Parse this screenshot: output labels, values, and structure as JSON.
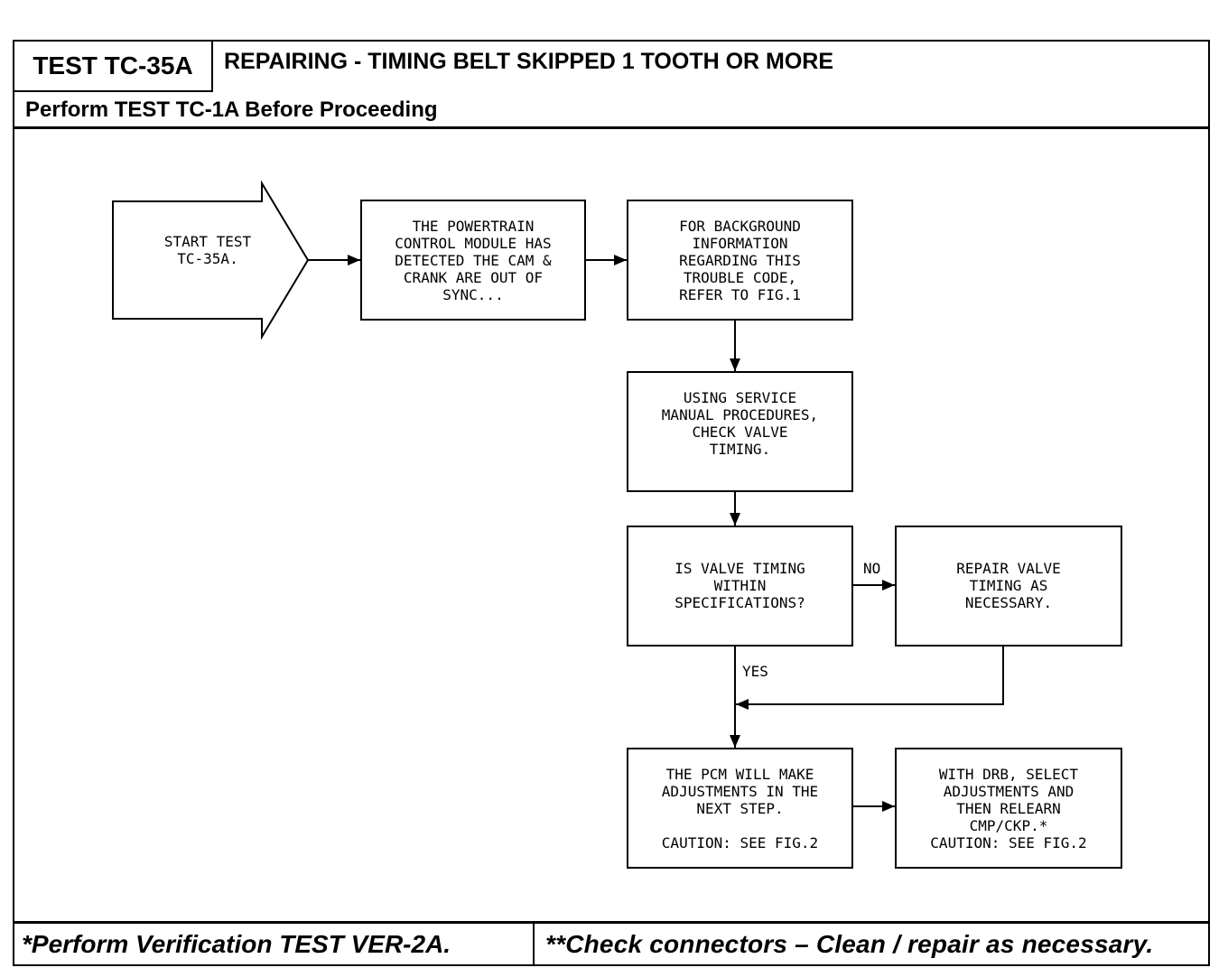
{
  "header": {
    "test_id": "TEST TC-35A",
    "title": "REPAIRING - TIMING BELT SKIPPED 1 TOOTH OR MORE",
    "subtitle": "Perform TEST TC-1A Before Proceeding"
  },
  "flow": {
    "start": "START TEST\nTC-35A.",
    "pcm_detected": "THE POWERTRAIN\nCONTROL MODULE HAS\nDETECTED THE CAM &\nCRANK ARE OUT OF\nSYNC...",
    "background": "FOR BACKGROUND\nINFORMATION\nREGARDING THIS\nTROUBLE CODE,\nREFER TO FIG.1",
    "check_timing": "USING SERVICE\nMANUAL PROCEDURES,\nCHECK VALVE\nTIMING.",
    "question": "IS VALVE TIMING\nWITHIN\nSPECIFICATIONS?",
    "repair": "REPAIR VALVE\nTIMING AS\nNECESSARY.",
    "pcm_adjust": "THE PCM WILL MAKE\nADJUSTMENTS IN THE\nNEXT STEP.\n\nCAUTION: SEE FIG.2",
    "drb_relearn": "WITH DRB, SELECT\nADJUSTMENTS AND\nTHEN RELEARN\nCMP/CKP.*\nCAUTION: SEE FIG.2",
    "no_label": "NO",
    "yes_label": "YES"
  },
  "footer": {
    "left": "*Perform Verification TEST VER-2A.",
    "right": "**Check connectors – Clean / repair as necessary."
  }
}
